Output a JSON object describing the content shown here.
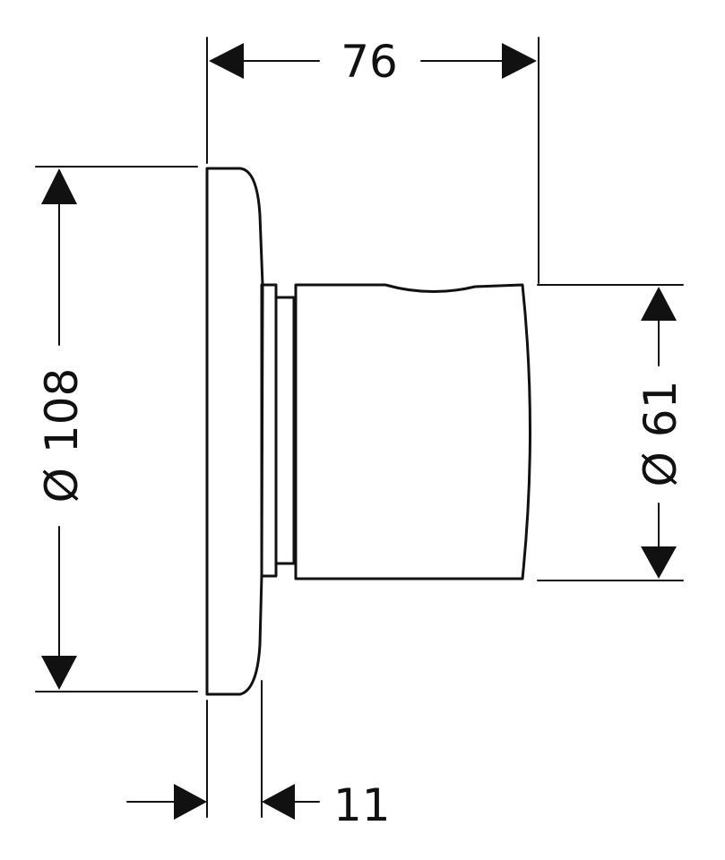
{
  "drawing": {
    "dimensions": {
      "overall_depth": "76",
      "plate_diameter": "Ø 108",
      "handle_diameter": "Ø 61",
      "plate_thickness": "11"
    },
    "colors": {
      "line": "#111111",
      "background": "#ffffff"
    }
  }
}
